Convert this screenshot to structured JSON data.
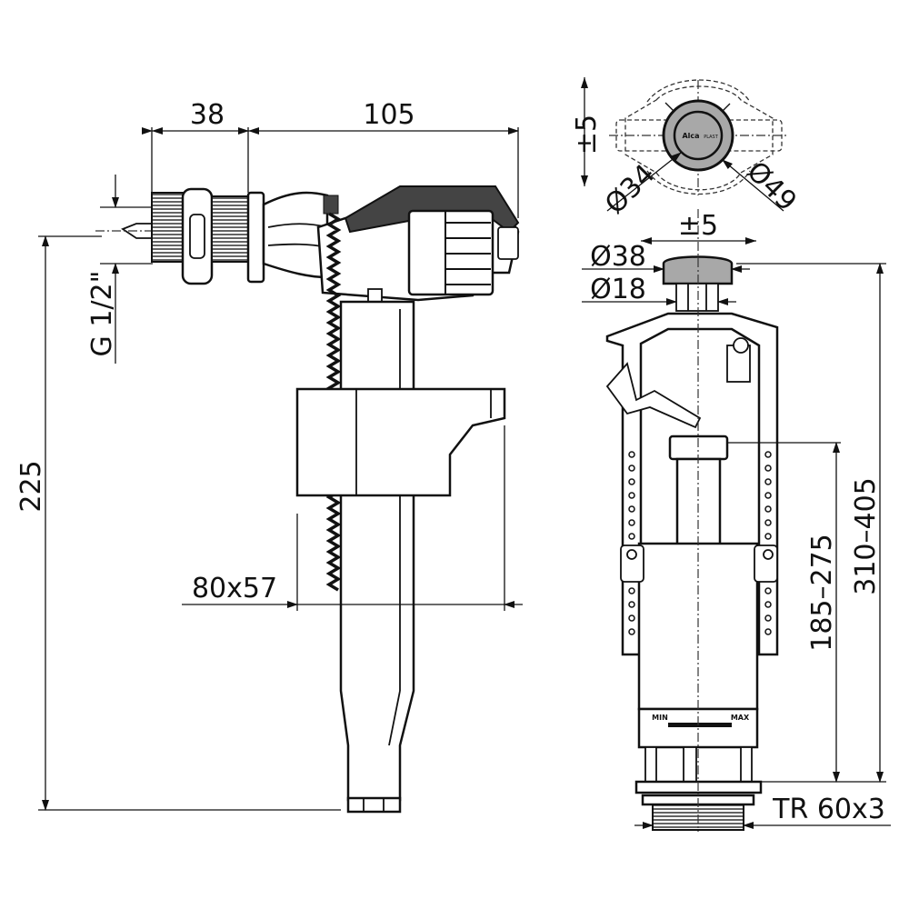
{
  "title": "Fill valve and flush valve dimension drawing",
  "fill_valve": {
    "dim_inlet_offset": "38",
    "dim_width": "105",
    "dim_thread": "G 1/2\"",
    "dim_height": "225",
    "dim_float": "80x57"
  },
  "flush_valve": {
    "top_view": {
      "dim_offset": "±5",
      "dim_inner": "Ø34",
      "dim_outer": "Ø49",
      "logo_main": "Alca",
      "logo_sub": "PLAST"
    },
    "dim_offset": "±5",
    "dim_button": "Ø38",
    "dim_stem": "Ø18",
    "dim_stroke": "185–275",
    "dim_height": "310–405",
    "dim_thread": "TR 60x3",
    "scale_min": "MIN",
    "scale_max": "MAX"
  },
  "colors": {
    "line": "#111111",
    "gray": "#a8a8a8",
    "dark": "#444444"
  }
}
